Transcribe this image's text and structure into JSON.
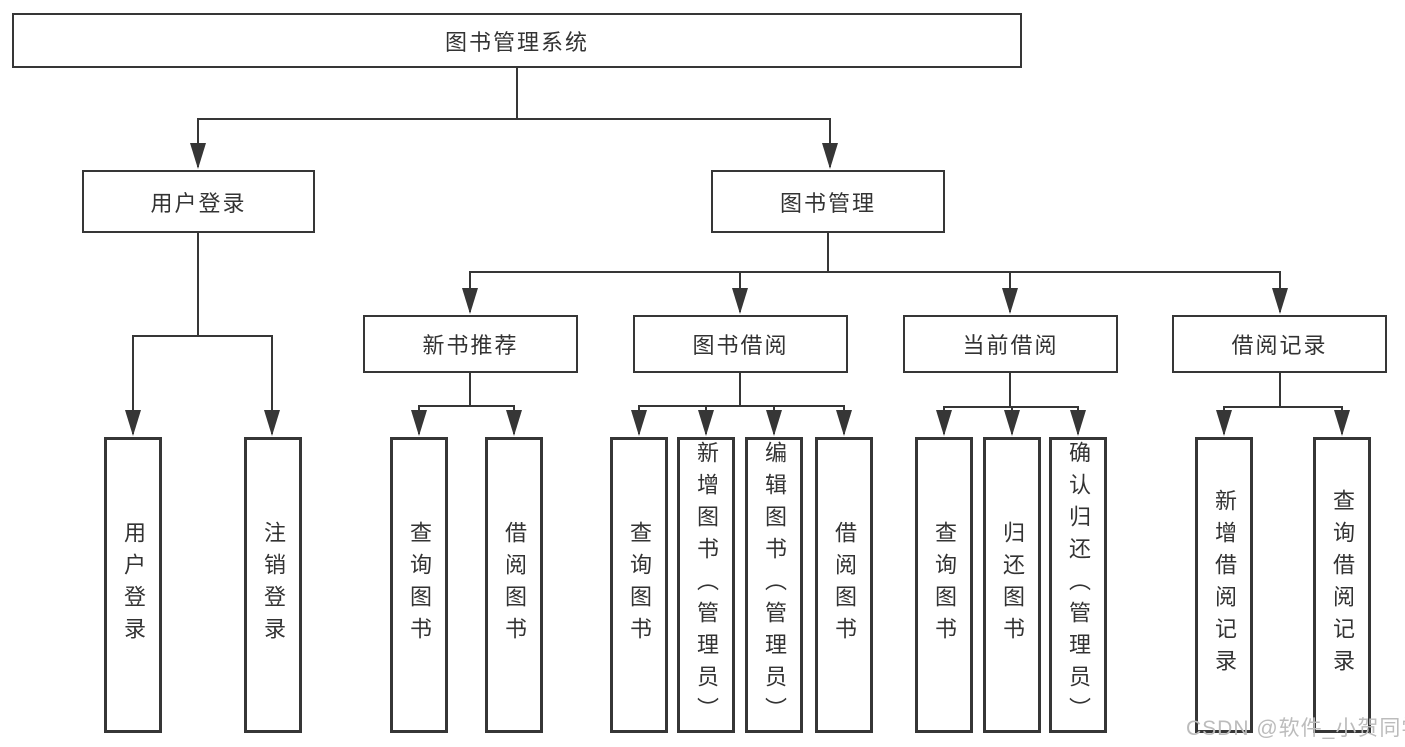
{
  "diagram": {
    "tree": {
      "root": "图书管理系统",
      "children": [
        {
          "label": "用户登录",
          "children": [
            {
              "label": "用户登录"
            },
            {
              "label": "注销登录"
            }
          ]
        },
        {
          "label": "图书管理",
          "children": [
            {
              "label": "新书推荐",
              "children": [
                {
                  "label": "查询图书"
                },
                {
                  "label": "借阅图书"
                }
              ]
            },
            {
              "label": "图书借阅",
              "children": [
                {
                  "label": "查询图书"
                },
                {
                  "label": "新增图书（管理员）"
                },
                {
                  "label": "编辑图书（管理员）"
                },
                {
                  "label": "借阅图书"
                }
              ]
            },
            {
              "label": "当前借阅",
              "children": [
                {
                  "label": "查询图书"
                },
                {
                  "label": "归还图书"
                },
                {
                  "label": "确认归还（管理员）"
                }
              ]
            },
            {
              "label": "借阅记录",
              "children": [
                {
                  "label": "新增借阅记录"
                },
                {
                  "label": "查询借阅记录"
                }
              ]
            }
          ]
        }
      ]
    },
    "watermark": "CSDN @软件_小贺同学"
  },
  "colors": {
    "line": "#363636",
    "box_border": "#363636",
    "text": "#333333",
    "background": "#ffffff",
    "watermark_text": "#bcbcbc"
  }
}
